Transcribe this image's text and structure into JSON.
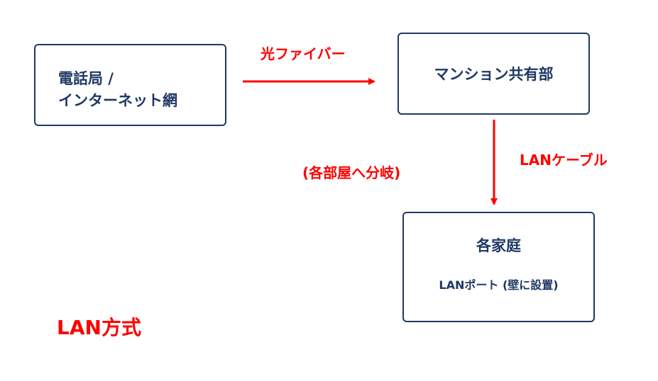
{
  "boxes": {
    "telco": {
      "line1": "電話局 /",
      "line2": "インターネット網"
    },
    "mansion": {
      "label": "マンション共有部"
    },
    "home": {
      "title": "各家庭",
      "port": "LANポート (壁に設置)"
    }
  },
  "labels": {
    "fiber": "光ファイバー",
    "lan_cable": "LANケーブル",
    "branch": "(各部屋へ分岐)",
    "method": "LAN方式"
  },
  "colors": {
    "box_border": "#1f3864",
    "box_text": "#1f3864",
    "accent": "#ff0000"
  }
}
